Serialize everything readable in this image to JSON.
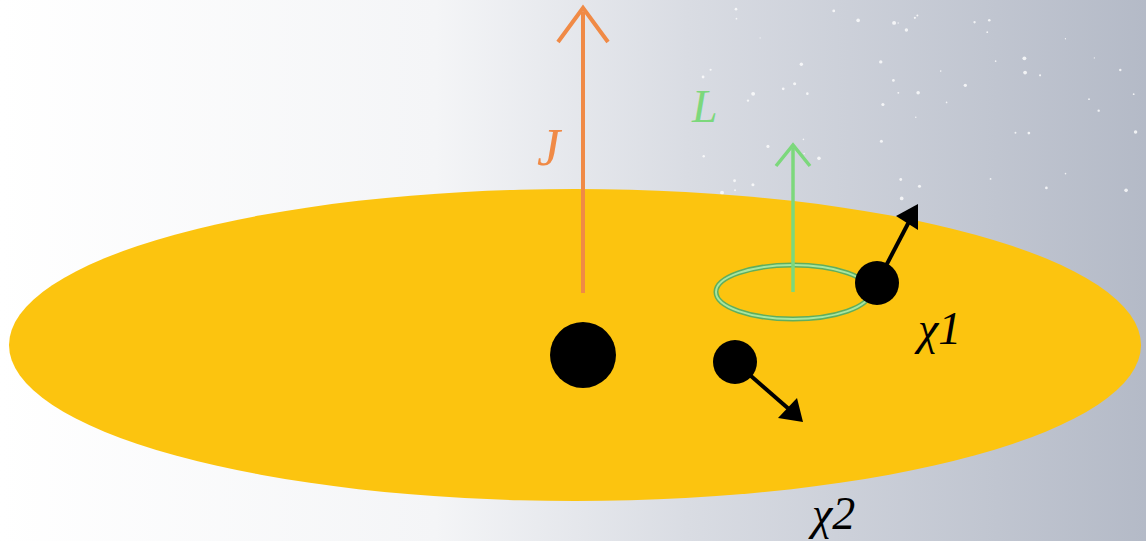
{
  "diagram": {
    "labels": [
      "J",
      "L",
      "χ1",
      "χ2"
    ]
  }
}
